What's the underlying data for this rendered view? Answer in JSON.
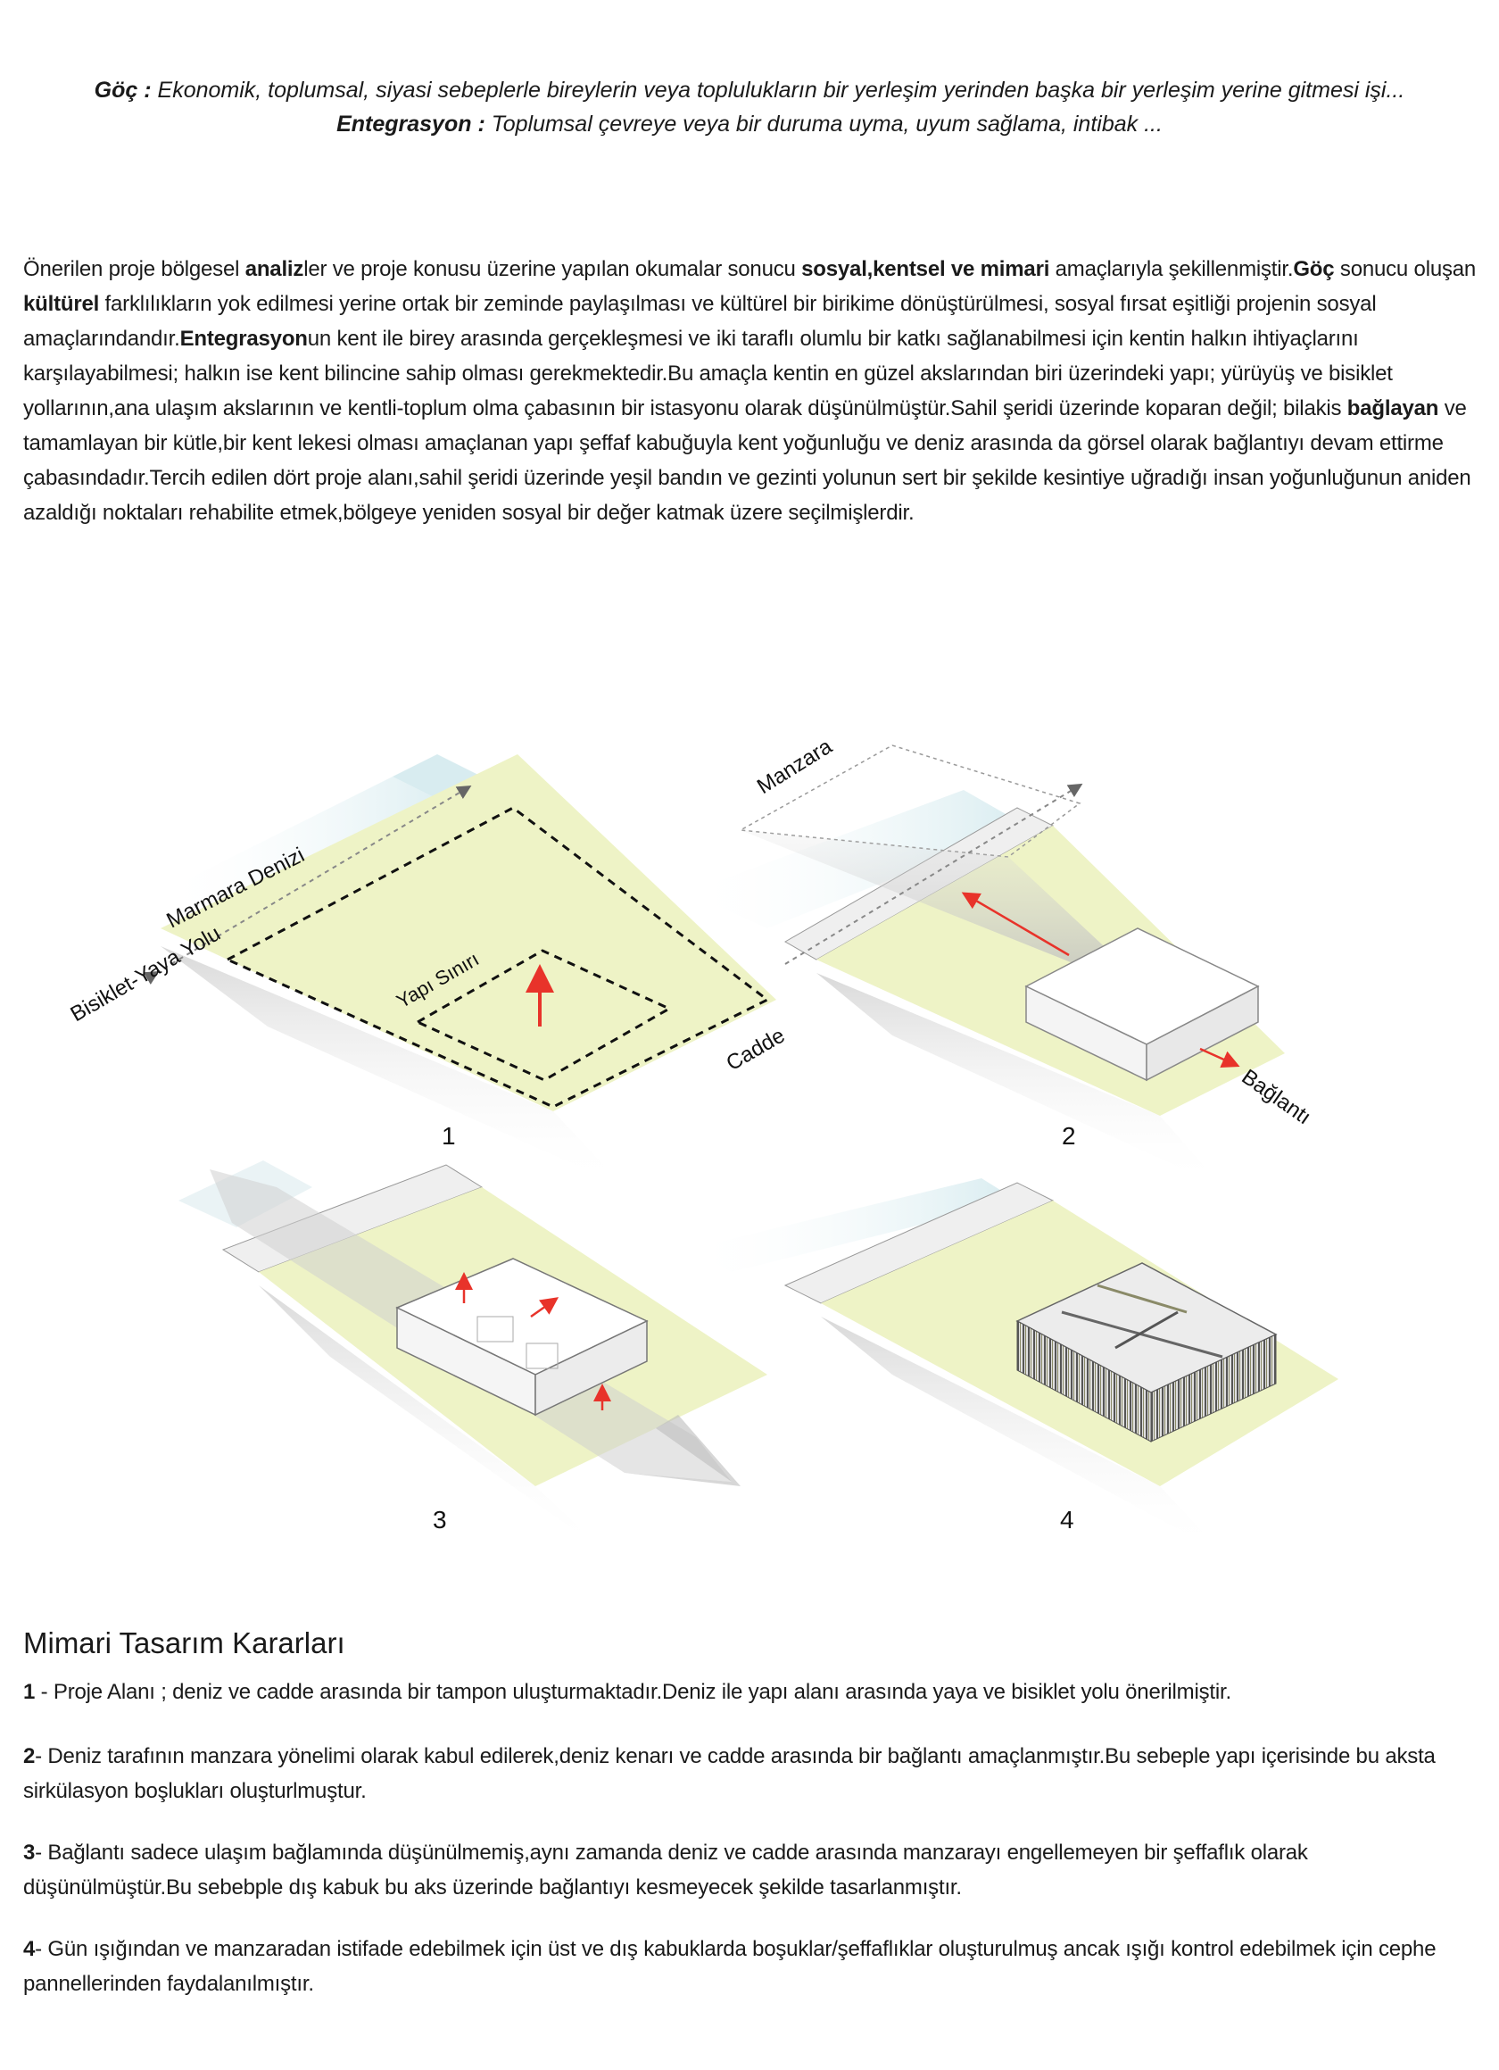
{
  "definitions": [
    {
      "term": "Göç :",
      "text": " Ekonomik, toplumsal, siyasi sebeplerle bireylerin veya toplulukların bir yerleşim yerinden başka bir yerleşim yerine gitmesi işi..."
    },
    {
      "term": "Entegrasyon :",
      "text": " Toplumsal çevreye veya bir duruma uyma, uyum sağlama, intibak ..."
    }
  ],
  "intro": [
    {
      "t": "Önerilen proje bölgesel "
    },
    {
      "t": "analiz",
      "b": true
    },
    {
      "t": "ler ve proje konusu üzerine yapılan okumalar sonucu "
    },
    {
      "t": "sosyal,kentsel ve mimari",
      "b": true
    },
    {
      "t": " amaçlarıyla şekillenmiştir."
    },
    {
      "t": "Göç",
      "b": true
    },
    {
      "t": " sonucu oluşan "
    },
    {
      "t": "kültürel",
      "b": true
    },
    {
      "t": " farklılıkların yok edilmesi yerine ortak bir zeminde paylaşılması ve kültürel bir birikime dönüştürülmesi, sosyal fırsat eşitliği projenin sosyal amaçlarındandır."
    },
    {
      "t": "Entegrasyon",
      "b": true
    },
    {
      "t": "un kent ile birey arasında gerçekleşmesi  ve iki taraflı olumlu bir katkı sağlanabilmesi için kentin halkın ihtiyaçlarını karşılayabilmesi; halkın ise kent bilincine sahip olması gerekmektedir.Bu amaçla kentin en güzel akslarından biri üzerindeki yapı; yürüyüş ve bisiklet yollarının,ana ulaşım akslarının ve kentli-toplum olma çabasının bir istasyonu olarak düşünülmüştür.Sahil şeridi üzerinde koparan değil; bilakis "
    },
    {
      "t": "bağlayan",
      "b": true
    },
    {
      "t": " ve tamamlayan bir kütle,bir kent lekesi olması amaçlanan yapı şeffaf kabuğuyla kent yoğunluğu ve deniz arasında da görsel olarak bağlantıyı devam ettirme çabasındadır.Tercih edilen dört proje alanı,sahil şeridi üzerinde  yeşil bandın ve gezinti yolunun sert bir şekilde kesintiye uğradığı insan yoğunluğunun aniden azaldığı noktaları rehabilite etmek,bölgeye yeniden sosyal bir değer katmak üzere seçilmişlerdir."
    }
  ],
  "diagram_labels": {
    "sea": "Marmara Denizi",
    "path": "Bisiklet-Yaya Yolu",
    "boundary": "Yapı Sınırı",
    "street": "Cadde",
    "view": "Manzara",
    "connection": "Bağlantı",
    "n1": "1",
    "n2": "2",
    "n3": "3",
    "n4": "4"
  },
  "colors": {
    "ground": "#eef3c6",
    "sea": "#d8ecf0",
    "strip": "#efefef",
    "arrow": "#e8332a",
    "shadow": "#d4d4d4"
  },
  "decisions": {
    "title": "Mimari Tasarım Kararları",
    "items": [
      {
        "num": "1",
        "text": " - Proje Alanı ; deniz ve cadde arasında bir tampon uluşturmaktadır.Deniz ile yapı alanı arasında yaya ve bisiklet yolu önerilmiştir."
      },
      {
        "num": "2",
        "text": "- Deniz tarafının manzara yönelimi olarak kabul edilerek,deniz kenarı ve cadde arasında bir bağlantı amaçlanmıştır.Bu sebeple yapı içerisinde bu aksta sirkülasyon boşlukları oluşturlmuştur."
      },
      {
        "num": "3",
        "text": "- Bağlantı sadece ulaşım bağlamında düşünülmemiş,aynı zamanda deniz ve cadde arasında manzarayı engellemeyen bir şeffaflık olarak düşünülmüştür.Bu sebebple dış kabuk bu aks üzerinde bağlantıyı kesmeyecek şekilde tasarlanmıştır."
      },
      {
        "num": "4",
        "text": "- Gün ışığından ve manzaradan istifade edebilmek için üst ve dış kabuklarda boşuklar/şeffaflıklar oluşturulmuş ancak ışığı kontrol edebilmek için cephe pannellerinden faydalanılmıştır."
      }
    ]
  }
}
